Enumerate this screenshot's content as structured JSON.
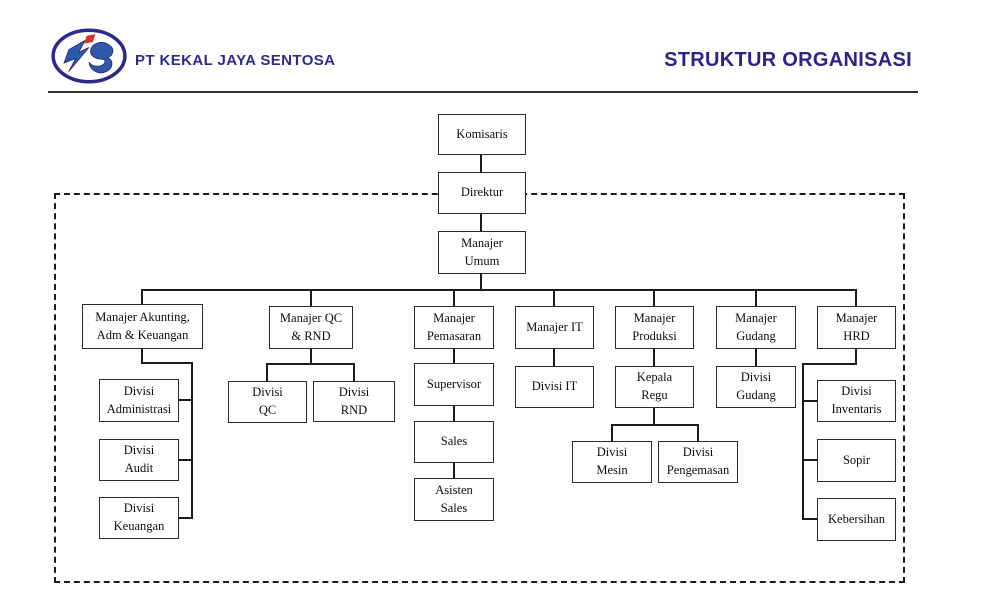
{
  "header": {
    "company_name": "PT KEKAL JAYA SENTOSA",
    "page_title": "STRUKTUR ORGANISASI",
    "brand_navy": "#2b2c8c",
    "brand_blue": "#2e58a8",
    "brand_red": "#da2f27",
    "logo": "kjs-monogram-in-ellipse"
  },
  "org": {
    "komisaris": {
      "label": "Komisaris"
    },
    "direktur": {
      "label": "Direktur"
    },
    "manajer_umum": {
      "label": "Manajer\nUmum"
    },
    "manajer_akunting": {
      "label": "Manajer Akunting,\nAdm & Keuangan"
    },
    "manajer_qc_rnd": {
      "label": "Manajer QC\n& RND"
    },
    "manajer_pemasaran": {
      "label": "Manajer\nPemasaran"
    },
    "manajer_it": {
      "label": "Manajer IT"
    },
    "manajer_produksi": {
      "label": "Manajer\nProduksi"
    },
    "manajer_gudang": {
      "label": "Manajer\nGudang"
    },
    "manajer_hrd": {
      "label": "Manajer\nHRD"
    },
    "divisi_administrasi": {
      "label": "Divisi\nAdministrasi"
    },
    "divisi_audit": {
      "label": "Divisi\nAudit"
    },
    "divisi_keuangan": {
      "label": "Divisi\nKeuangan"
    },
    "divisi_qc": {
      "label": "Divisi\nQC"
    },
    "divisi_rnd": {
      "label": "Divisi\nRND"
    },
    "supervisor": {
      "label": "Supervisor"
    },
    "sales": {
      "label": "Sales"
    },
    "asisten_sales": {
      "label": "Asisten\nSales"
    },
    "divisi_it": {
      "label": "Divisi IT"
    },
    "kepala_regu": {
      "label": "Kepala\nRegu"
    },
    "divisi_mesin": {
      "label": "Divisi\nMesin"
    },
    "divisi_pengemasan": {
      "label": "Divisi\nPengemasan"
    },
    "divisi_gudang": {
      "label": "Divisi\nGudang"
    },
    "divisi_inventaris": {
      "label": "Divisi\nInventaris"
    },
    "sopir": {
      "label": "Sopir"
    },
    "kebersihan": {
      "label": "Kebersihan"
    }
  },
  "hierarchy": {
    "Komisaris": {
      "Direktur": {
        "Manajer Umum": {
          "Manajer Akunting, Adm & Keuangan": [
            "Divisi Administrasi",
            "Divisi Audit",
            "Divisi Keuangan"
          ],
          "Manajer QC & RND": [
            "Divisi QC",
            "Divisi RND"
          ],
          "Manajer Pemasaran": {
            "Supervisor": {
              "Sales": [
                "Asisten Sales"
              ]
            }
          },
          "Manajer IT": [
            "Divisi IT"
          ],
          "Manajer Produksi": {
            "Kepala Regu": [
              "Divisi Mesin",
              "Divisi Pengemasan"
            ]
          },
          "Manajer Gudang": [
            "Divisi Gudang"
          ],
          "Manajer HRD": [
            "Divisi Inventaris",
            "Sopir",
            "Kebersihan"
          ]
        }
      }
    }
  }
}
